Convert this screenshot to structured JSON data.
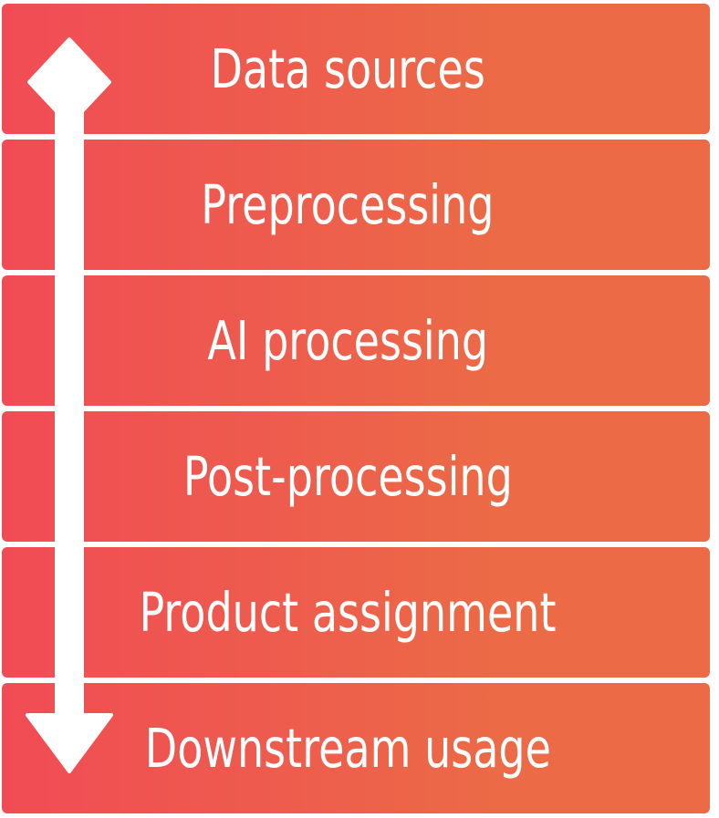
{
  "diagram": {
    "stages": [
      {
        "label": "Data sources"
      },
      {
        "label": "Preprocessing"
      },
      {
        "label": "AI processing"
      },
      {
        "label": "Post-processing"
      },
      {
        "label": "Product assignment"
      },
      {
        "label": "Downstream usage"
      }
    ]
  },
  "colors": {
    "band_gradient_left": "#f14c55",
    "band_gradient_mid": "#ee5a4e",
    "band_gradient_right": "#ec6a46",
    "gap_color": "#ffffff",
    "arrow_color": "#ffffff",
    "text_color": "#ffffff",
    "background": "#ffffff"
  }
}
